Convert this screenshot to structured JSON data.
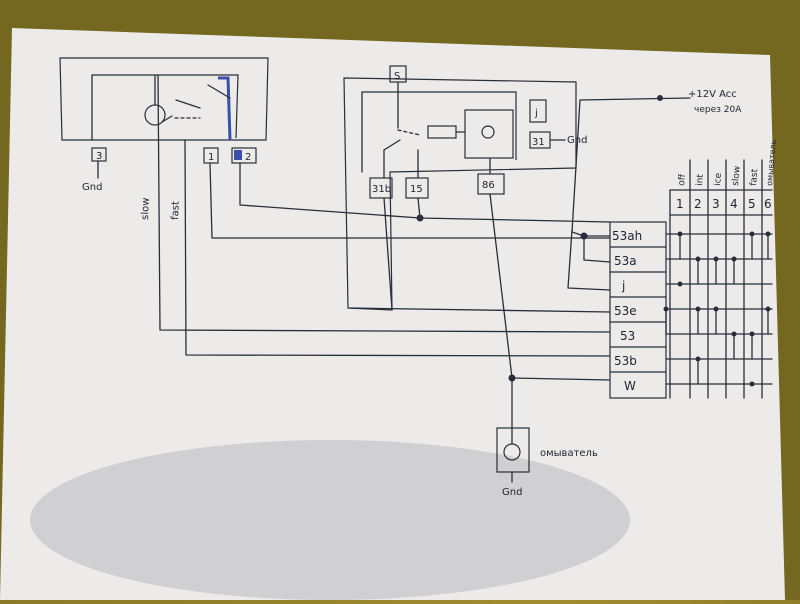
{
  "wiper_motor": {
    "terminal_gnd": "3",
    "terminal_1": "1",
    "terminal_2": "2",
    "gnd_label": "Gnd",
    "wire_slow": "slow",
    "wire_fast": "fast"
  },
  "relay": {
    "s_label": "S",
    "j_label": "j",
    "t31_label": "31",
    "gnd_label": "Gnd",
    "t31b_label": "31b",
    "t15_label": "15",
    "t86_label": "86"
  },
  "power": {
    "line1": "+12V Acc",
    "line2": "через 20A"
  },
  "switch_table": {
    "column_headers": [
      "off",
      "int",
      "ice",
      "slow",
      "fast",
      "омыватель"
    ],
    "column_numbers": [
      "1",
      "2",
      "3",
      "4",
      "5",
      "6"
    ],
    "row_labels": [
      "53ah",
      "53a",
      "j",
      "53e",
      "53",
      "53b",
      "W"
    ]
  },
  "washer": {
    "label": "омыватель",
    "gnd_label": "Gnd"
  }
}
